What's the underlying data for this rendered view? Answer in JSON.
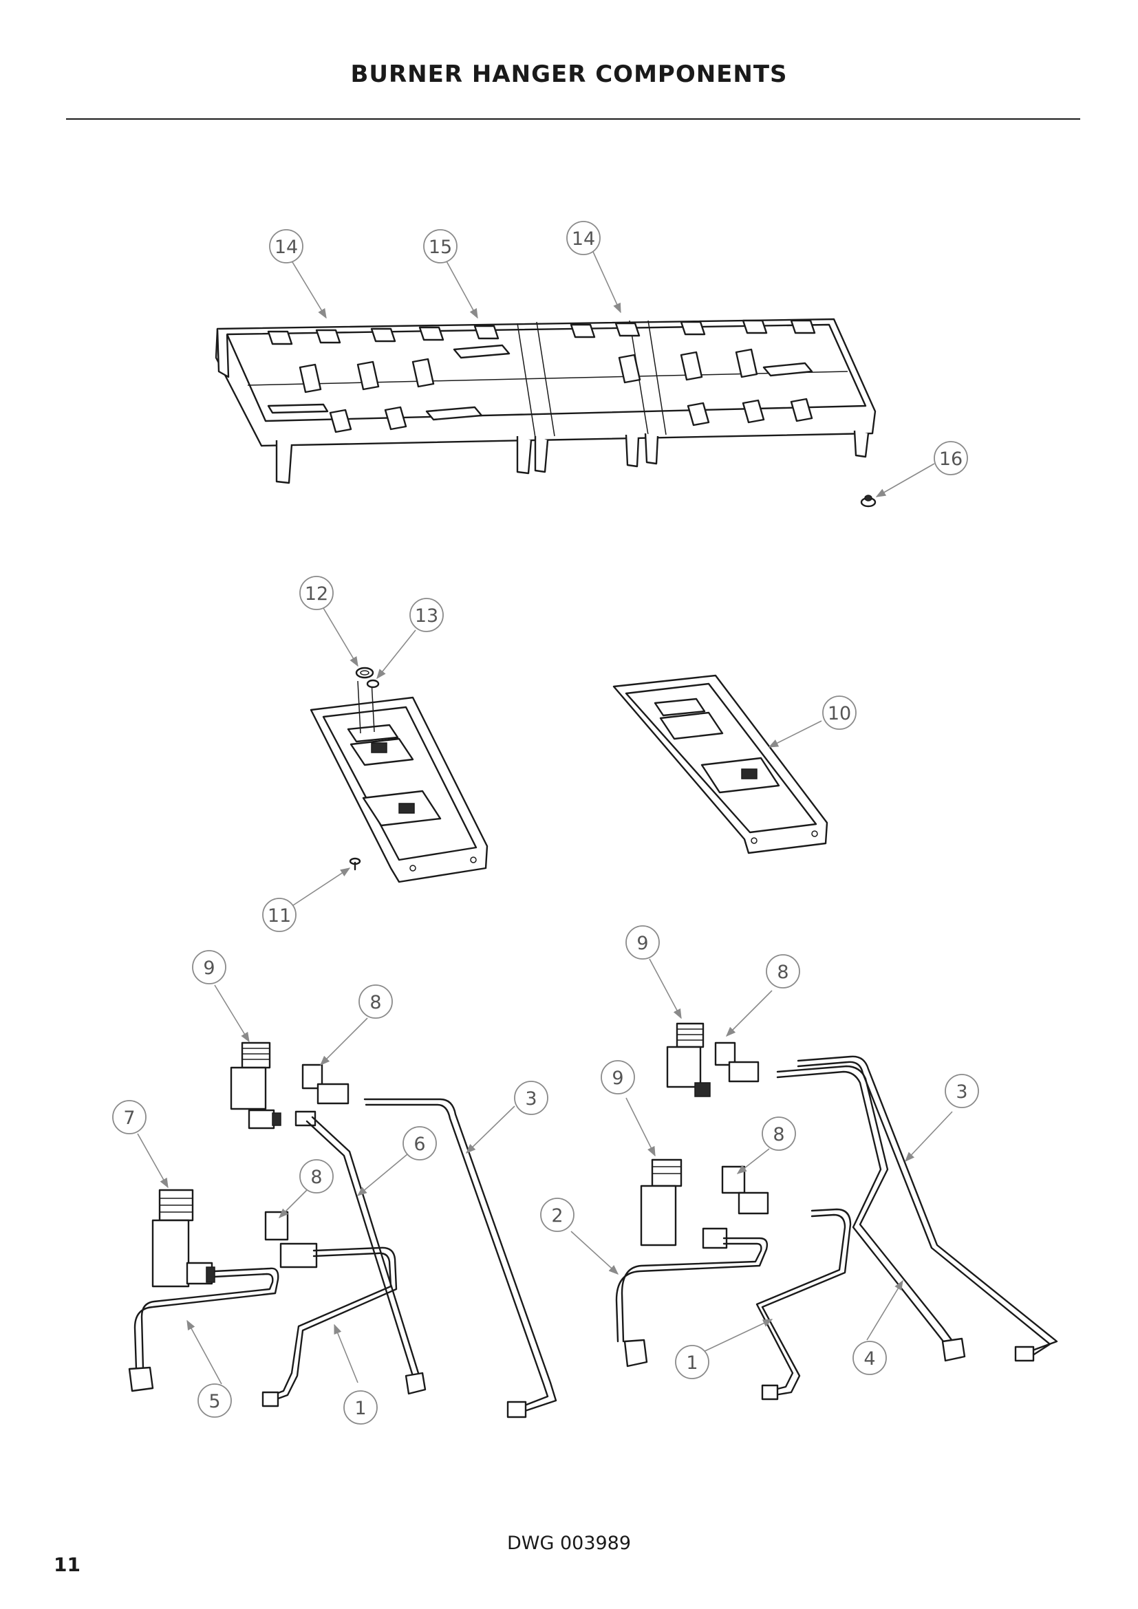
{
  "title": "BURNER HANGER COMPONENTS",
  "drawing_number": "DWG 003989",
  "page_number": "11",
  "callouts": [
    {
      "label": "14"
    },
    {
      "label": "15"
    },
    {
      "label": "14"
    },
    {
      "label": "16"
    },
    {
      "label": "12"
    },
    {
      "label": "13"
    },
    {
      "label": "10"
    },
    {
      "label": "11"
    },
    {
      "label": "9"
    },
    {
      "label": "8"
    },
    {
      "label": "7"
    },
    {
      "label": "6"
    },
    {
      "label": "3"
    },
    {
      "label": "8"
    },
    {
      "label": "5"
    },
    {
      "label": "1"
    },
    {
      "label": "9"
    },
    {
      "label": "8"
    },
    {
      "label": "9"
    },
    {
      "label": "3"
    },
    {
      "label": "8"
    },
    {
      "label": "2"
    },
    {
      "label": "1"
    },
    {
      "label": "4"
    }
  ]
}
